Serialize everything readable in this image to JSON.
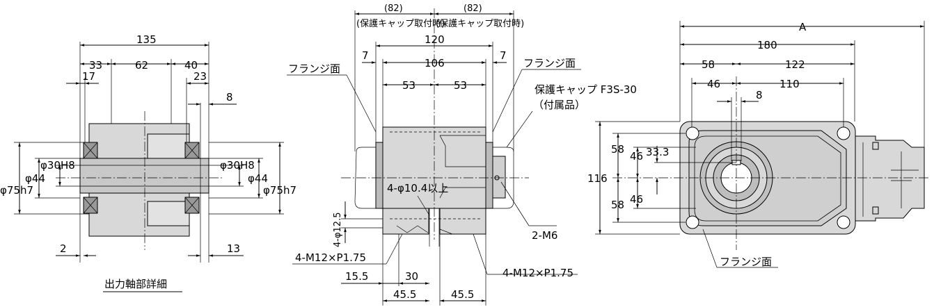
{
  "left_view": {
    "caption": "出力軸部詳細",
    "dims": {
      "d135": "135",
      "d33": "33",
      "d62": "62",
      "d40": "40",
      "d17": "17",
      "d23": "23",
      "d8": "8",
      "bore_l": "φ30H8",
      "phi44_l": "φ44",
      "phi75_l": "φ75h7",
      "bore_r": "φ30H8",
      "phi44_r": "φ44",
      "phi75_r": "φ75h7",
      "d2": "2",
      "d13": "13"
    }
  },
  "mid_view": {
    "dims": {
      "d82a": "(82)",
      "d82a_note": "(保護キャップ取付時)",
      "d82b": "(82)",
      "d82b_note": "(保護キャップ取付時)",
      "d120": "120",
      "d7l": "7",
      "d7r": "7",
      "d106": "106",
      "d53l": "53",
      "d53r": "53",
      "flange_l": "フランジ面",
      "flange_r": "フランジ面",
      "cap": "保護キャップ F3S-30",
      "cap_note": "（付属品）",
      "holes": "4-φ10.4以上",
      "phi125": "4-φ12.5",
      "m6": "2-M6",
      "m12_l": "4-M12×P1.75",
      "m12_r": "4-M12×P1.75",
      "d155": "15.5",
      "d30": "30",
      "d455l": "45.5",
      "d455r": "45.5"
    }
  },
  "right_view": {
    "dims": {
      "dA": "A",
      "d180": "180",
      "d58": "58",
      "d122": "122",
      "d46": "46",
      "d110": "110",
      "d8": "8",
      "d116": "116",
      "d58a": "58",
      "d58b": "58",
      "d46a": "46",
      "d46b": "46",
      "d333": "33.3",
      "flange": "フランジ面"
    }
  }
}
